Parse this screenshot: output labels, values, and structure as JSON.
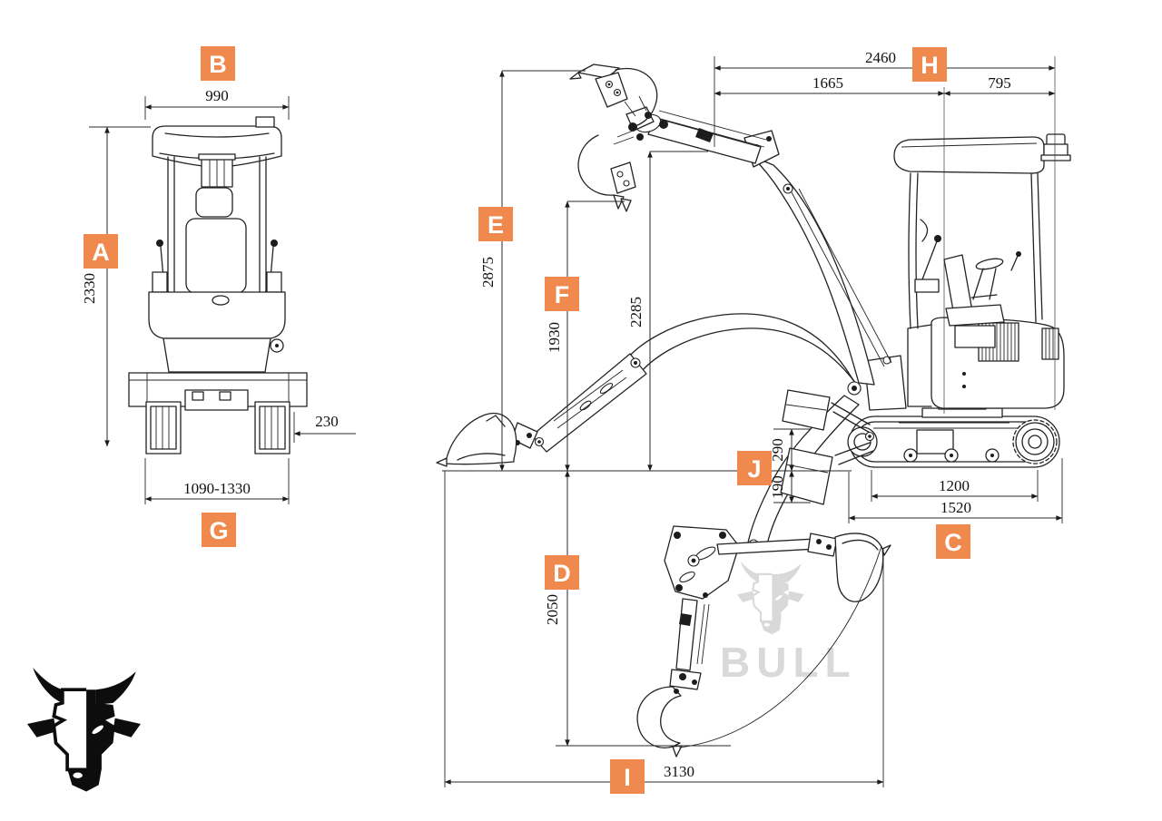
{
  "diagram": {
    "watermark_text": "BULL",
    "labels": {
      "A": "A",
      "B": "B",
      "C": "C",
      "D": "D",
      "E": "E",
      "F": "F",
      "G": "G",
      "H": "H",
      "I": "I",
      "J": "J"
    },
    "front_view": {
      "dim_top_width": "990",
      "dim_overall_height": "2330",
      "dim_blade_offset": "230",
      "dim_track_width_range": "1090-1330"
    },
    "side_view": {
      "dim_overall_length": "2460",
      "dim_front_length": "1665",
      "dim_rear_length": "795",
      "dim_max_lift_height": "2875",
      "dim_dump_height": "1930",
      "dim_pin_height": "2285",
      "dim_blade_raise": "290",
      "dim_blade_drop": "190",
      "dim_wheelbase": "1200",
      "dim_track_length": "1520",
      "dim_dig_depth": "2050",
      "dim_max_reach": "3130"
    },
    "colors": {
      "accent": "#F0894D",
      "line": "#232323",
      "watermark": "#D9D9D9"
    }
  }
}
